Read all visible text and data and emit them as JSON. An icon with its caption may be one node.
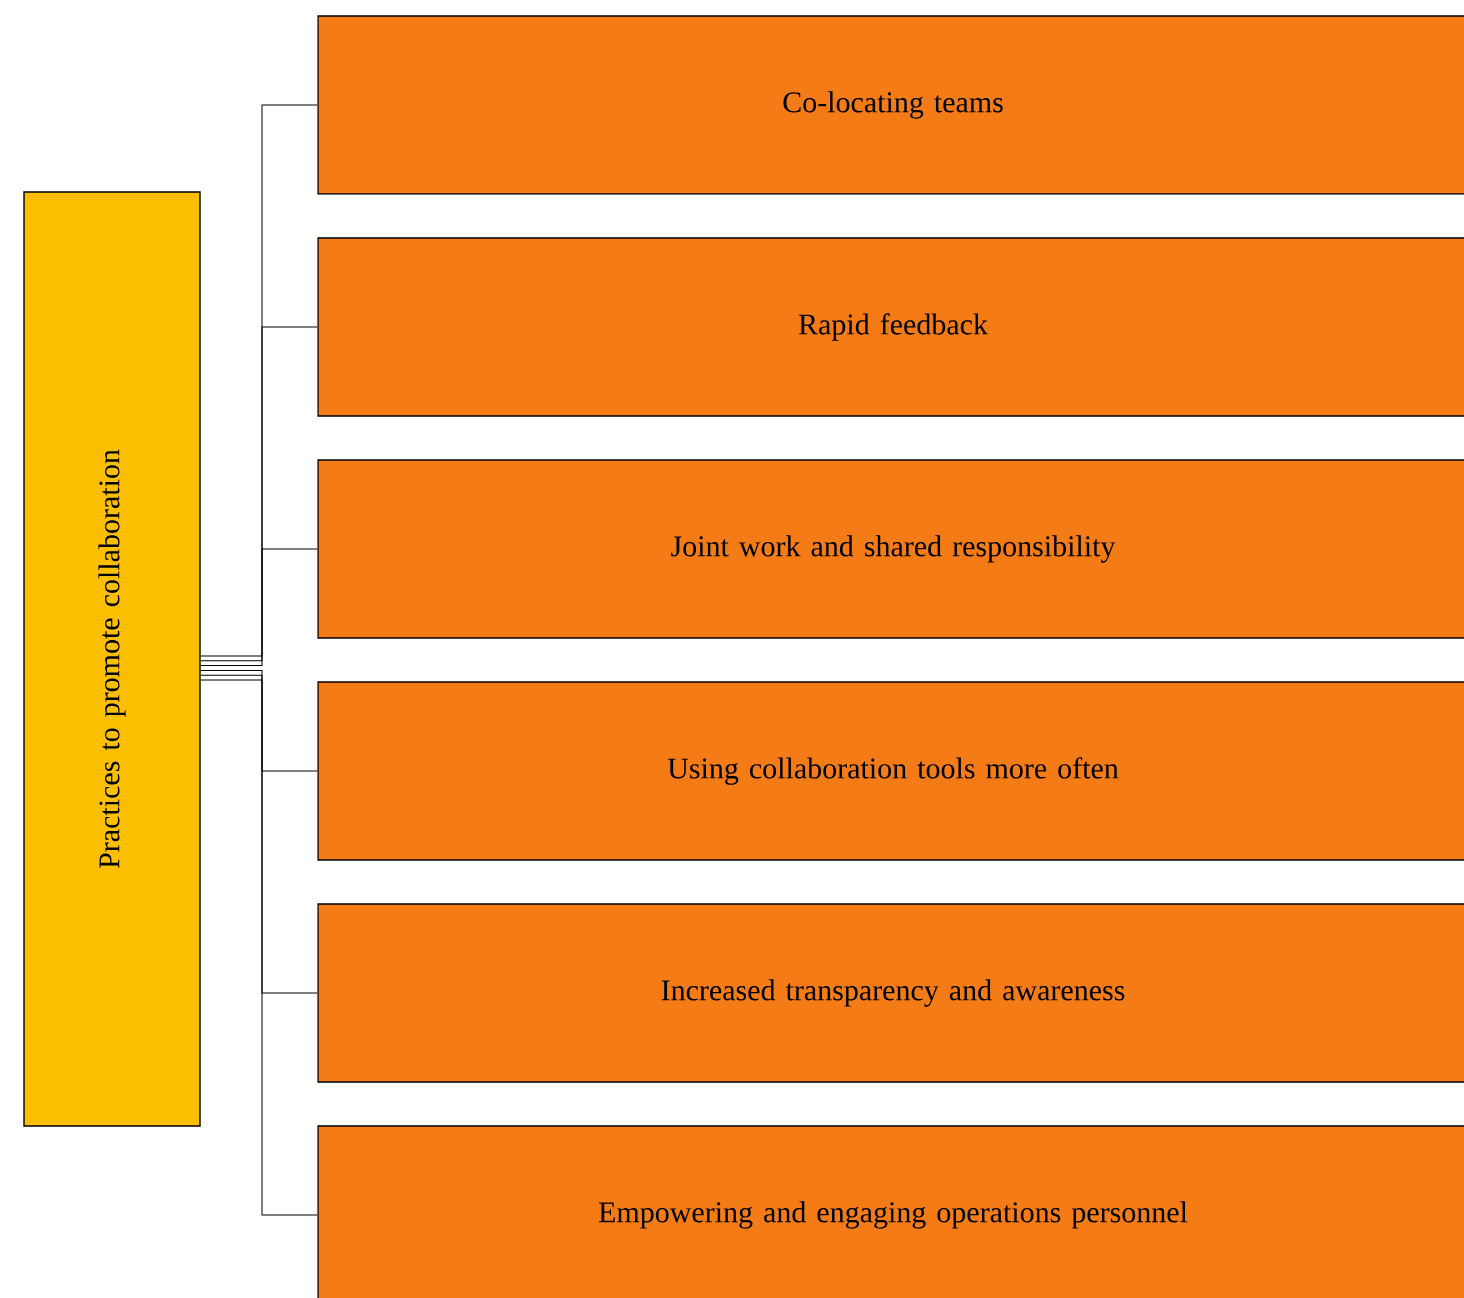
{
  "diagram": {
    "nodes": [
      {
        "text": [
          "Practices to promote collaboration"
        ]
      },
      {
        "text": [
          "Co-locating teams"
        ]
      },
      {
        "text": [
          "Rapid feedback"
        ]
      },
      {
        "text": [
          "Joint work and shared responsibility"
        ]
      },
      {
        "text": [
          "Using collaboration tools more often"
        ]
      },
      {
        "text": [
          "Increased transparency and awareness"
        ]
      },
      {
        "text": [
          "Empowering and engaging operations personnel"
        ]
      }
    ],
    "edges": [
      {
        "from": 0,
        "to": 1,
        "arrow": "none"
      },
      {
        "from": 0,
        "to": 2,
        "arrow": "none"
      },
      {
        "from": 0,
        "to": 3,
        "arrow": "none"
      },
      {
        "from": 0,
        "to": 4,
        "arrow": "none"
      },
      {
        "from": 0,
        "to": 5,
        "arrow": "none"
      },
      {
        "from": 0,
        "to": 6,
        "arrow": "none"
      }
    ]
  }
}
